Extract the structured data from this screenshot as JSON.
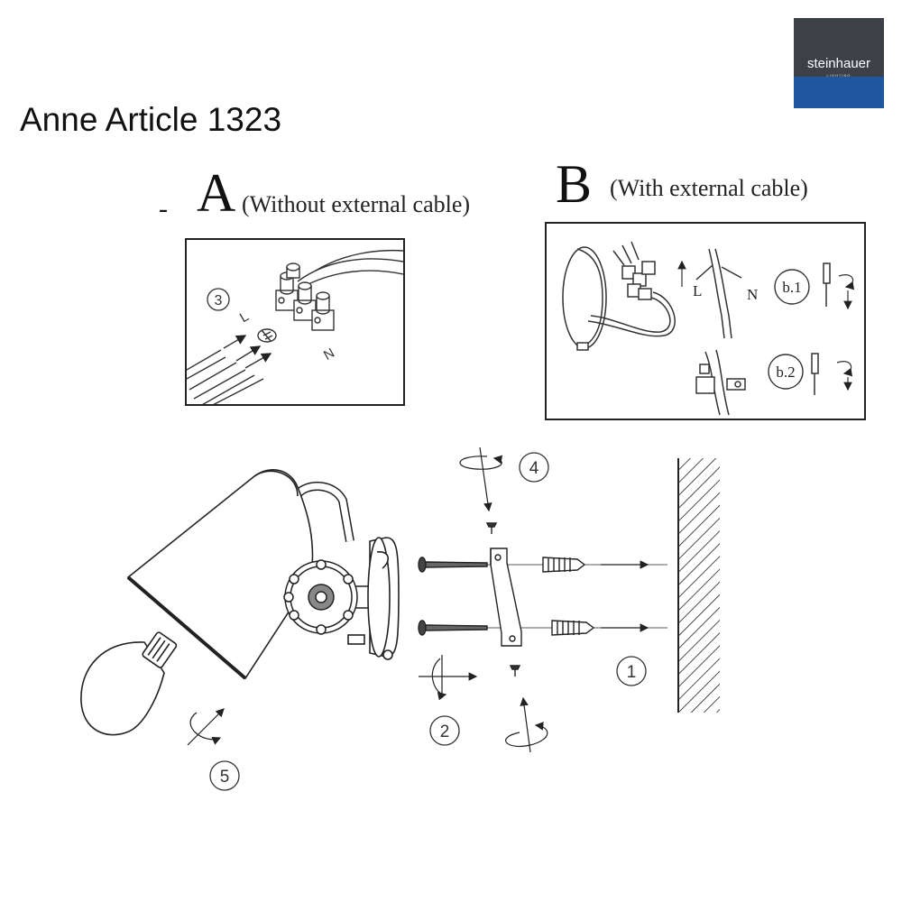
{
  "title": "Anne Article 1323",
  "logo": {
    "name": "steinhauer",
    "sub": "LIGHTING"
  },
  "variant_a": {
    "letter": "A",
    "prefix": "-",
    "caption": "(Without external cable)"
  },
  "variant_b": {
    "letter": "B",
    "caption": "(With external cable)"
  },
  "wiring_labels": {
    "l": "L",
    "n": "N",
    "b1": "b.1",
    "b2": "b.2"
  },
  "steps": {
    "s1": "1",
    "s2": "2",
    "s3": "3",
    "s4": "4",
    "s5": "5"
  }
}
